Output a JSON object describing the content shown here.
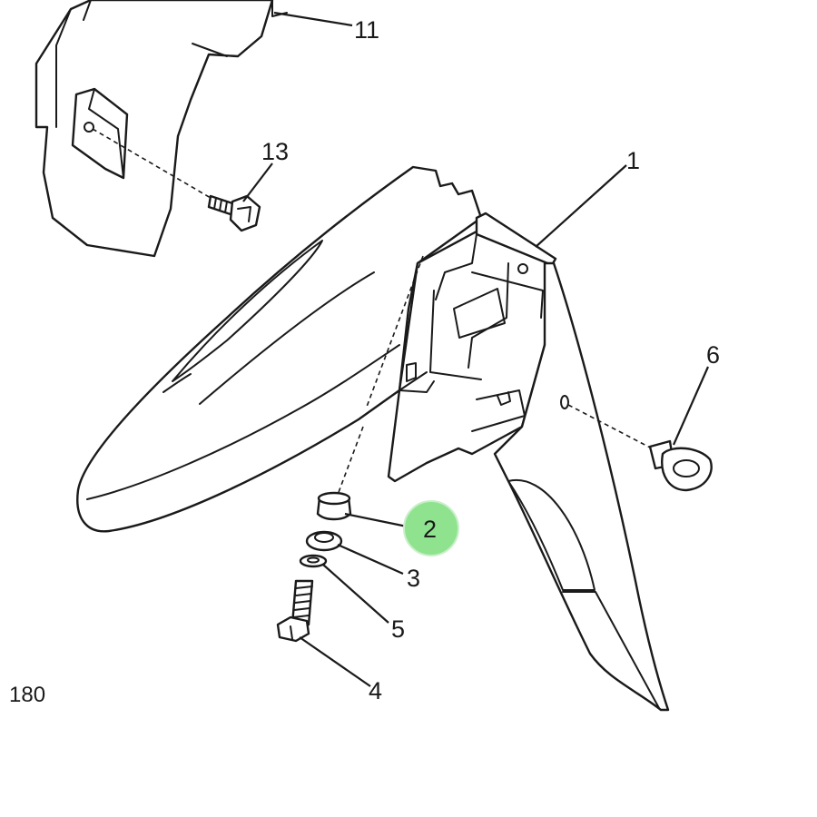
{
  "diagram": {
    "page_number": "180",
    "highlight_color": "#8fe38f",
    "parts": [
      {
        "id": "1",
        "label": "1",
        "name": "front fender"
      },
      {
        "id": "2",
        "label": "2",
        "name": "collar",
        "highlighted": true
      },
      {
        "id": "3",
        "label": "3",
        "name": "damper"
      },
      {
        "id": "4",
        "label": "4",
        "name": "bolt"
      },
      {
        "id": "5",
        "label": "5",
        "name": "washer"
      },
      {
        "id": "6",
        "label": "6",
        "name": "clip"
      },
      {
        "id": "11",
        "label": "11",
        "name": "cover"
      },
      {
        "id": "13",
        "label": "13",
        "name": "screw"
      }
    ]
  }
}
